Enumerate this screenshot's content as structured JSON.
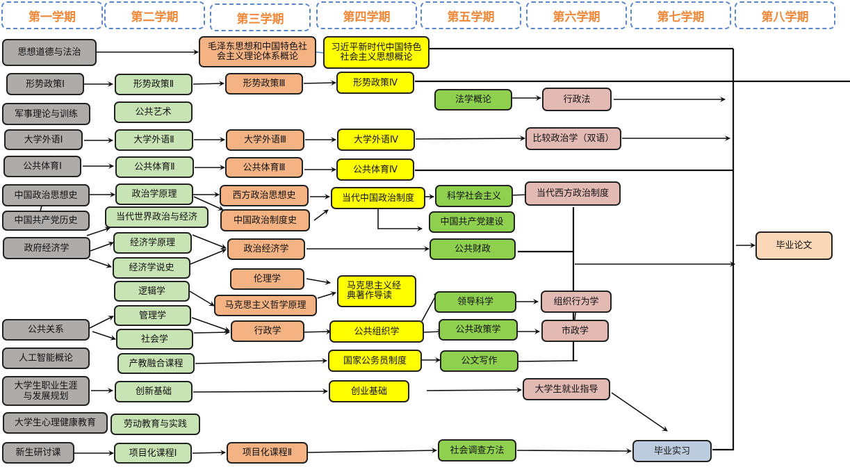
{
  "semesters": [
    "第一学期",
    "第二学期",
    "第三学期",
    "第四学期",
    "第五学期",
    "第六学期",
    "第七学期",
    "第八学期"
  ],
  "colors": {
    "semester_label": "#f0883a",
    "semester_border": "#5b86c9",
    "semester1_gray": "#aeabab",
    "semester2_light_green": "#c9e4b4",
    "semester3_orange": "#f5b383",
    "semester4_yellow": "#ffff00",
    "semester5_green": "#8fd14f",
    "semester6_pink": "#e2b9b3",
    "thesis_peach": "#fad7b7",
    "internship_blue": "#bccbdd"
  },
  "courses": {
    "sixiang_daode": "思想道德与法治",
    "xingshi1": "形势政策Ⅰ",
    "junshi": "军事理论与训练",
    "waiyu1": "大学外语Ⅰ",
    "tiyu1": "公共体育Ⅰ",
    "zz_sixiangshi": "中国政治思想史",
    "dangshi": "中国共产党历史",
    "zhengfu_jingji": "政府经济学",
    "gonggong_guanxi": "公共关系",
    "rengong_zhineng": "人工智能概论",
    "zhiye_guihua": "大学生职业生涯与发展规划",
    "xinli": "大学生心理健康教育",
    "xinsheng": "新生研讨课",
    "xingshi2": "形势政策Ⅱ",
    "yishu": "公共艺术",
    "waiyu2": "大学外语Ⅱ",
    "tiyu2": "公共体育Ⅱ",
    "zzx_yuanli": "政治学原理",
    "shijie_zz": "当代世界政治与经济",
    "jjx_yuanli": "经济学原理",
    "jjx_shuoshi": "经济学说史",
    "luoji": "逻辑学",
    "guanli": "管理学",
    "shehui": "社会学",
    "chanjiao": "产教融合课程",
    "chuangxin": "创新基础",
    "laodong": "劳动教育与实践",
    "xiangmu1": "项目化课程Ⅰ",
    "maogai": "毛泽东思想和中国特色社会主义理论体系概论",
    "xingshi3": "形势政策Ⅲ",
    "waiyu3": "大学外语Ⅲ",
    "tiyu3": "公共体育Ⅲ",
    "xifang_sixiang": "西方政治思想史",
    "zz_zhidushi": "中国政治制度史",
    "zz_jingji": "政治经济学",
    "lunli": "伦理学",
    "makesi_zhexue": "马克思主义哲学原理",
    "xingzheng": "行政学",
    "xiangmu2": "项目化课程Ⅱ",
    "xigai": "习近平新时代中国特色社会主义思想概论",
    "xingshi4": "形势政策Ⅳ",
    "waiyu4": "大学外语Ⅳ",
    "tiyu4": "公共体育Ⅳ",
    "dangdai_zhidu": "当代中国政治制度",
    "makesi_jingdian": "马克思主义经典著作导读",
    "gonggong_zuzhi": "公共组织学",
    "gongwuyuan": "国家公务员制度",
    "chuangye": "创业基础",
    "faxue": "法学概论",
    "kexue_shehui": "科学社会主义",
    "dangjian": "中国共产党建设",
    "caizheng": "公共财政",
    "lingdao": "领导科学",
    "zhengce": "公共政策学",
    "gongwen": "公文写作",
    "diaocha": "社会调查方法",
    "xingzhengfa": "行政法",
    "bijiao": "比较政治学（双语）",
    "xifang_zhidu": "当代西方政治制度",
    "zuzhi_xingwei": "组织行为学",
    "shizheng": "市政学",
    "jiuye": "大学生就业指导",
    "shixi": "毕业实习",
    "lunwen": "毕业论文"
  }
}
